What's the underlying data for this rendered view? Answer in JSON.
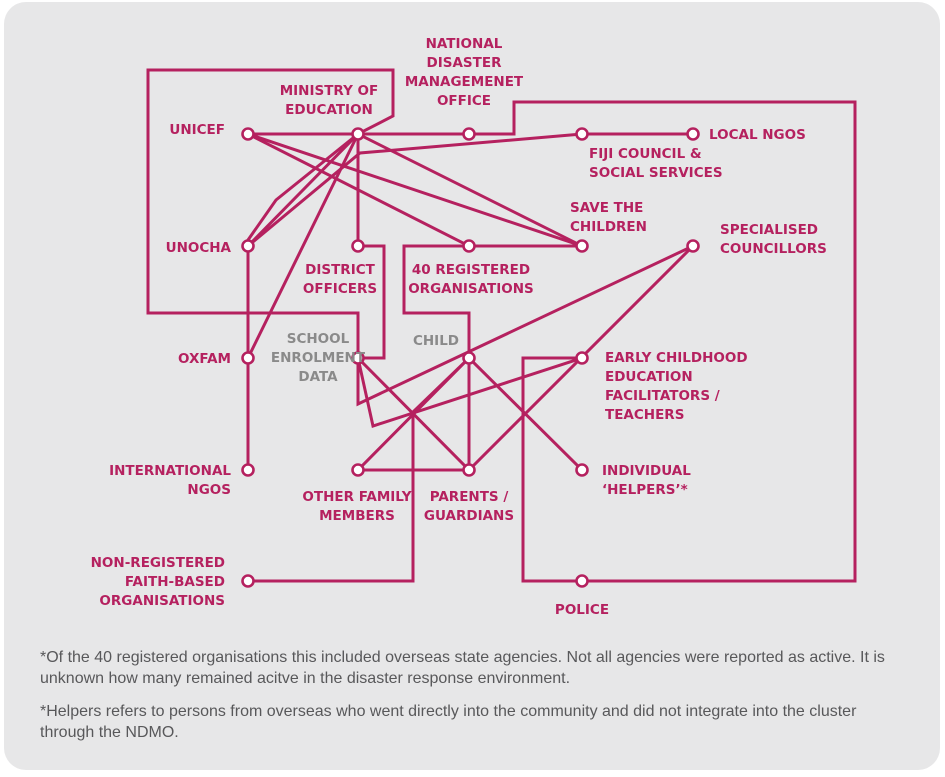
{
  "diagram": {
    "accent_color": "#b5215f",
    "secondary_text_color": "#8a8a8a",
    "panel_color": "#e7e7e8",
    "nodes": {
      "unicef": "UNICEF",
      "ministry_of_education": "MINISTRY OF\nEDUCATION",
      "ndmo": "NATIONAL\nDISASTER\nMANAGEMENET\nOFFICE",
      "local_ngos": "LOCAL NGOS",
      "fiji_council": "FIJI COUNCIL &\nSOCIAL SERVICES",
      "unocha": "UNOCHA",
      "district_officers": "DISTRICT\nOFFICERS",
      "registered_orgs": "40 REGISTERED\nORGANISATIONS",
      "save_the_children": "SAVE THE\nCHILDREN",
      "specialised_councillors": "SPECIALISED\nCOUNCILLORS",
      "oxfam": "OXFAM",
      "school_enrolment_data": "SCHOOL\nENROLMENT\nDATA",
      "child": "CHILD",
      "early_childhood": "EARLY CHILDHOOD\nEDUCATION\nFACILITATORS /\nTEACHERS",
      "international_ngos": "INTERNATIONAL\nNGOS",
      "other_family": "OTHER FAMILY\nMEMBERS",
      "parents": "PARENTS /\nGUARDIANS",
      "individual_helpers": "INDIVIDUAL\n‘HELPERS’*",
      "faith_based": "NON-REGISTERED\nFAITH-BASED\nORGANISATIONS",
      "police": "POLICE"
    }
  },
  "footnotes": [
    "*Of the 40 registered organisations this included overseas state agencies. Not all agencies were reported as active. It is unknown how many remained acitve in the disaster response environment.",
    "*Helpers refers to persons from overseas who went directly into the community and did not integrate into the cluster through the NDMO."
  ]
}
